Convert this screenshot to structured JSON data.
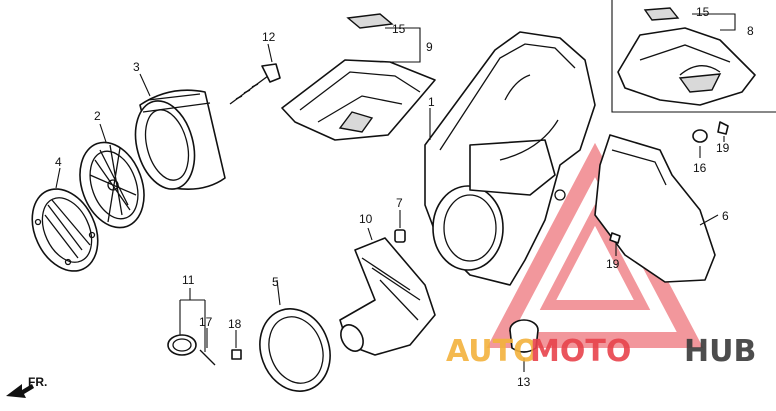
{
  "callouts": {
    "c1": "1",
    "c2": "2",
    "c3": "3",
    "c4": "4",
    "c5": "5",
    "c6": "6",
    "c7": "7",
    "c8": "8",
    "c9": "9",
    "c10": "10",
    "c11": "11",
    "c12": "12",
    "c13": "13",
    "c15a": "15",
    "c15b": "15",
    "c16": "16",
    "c17": "17",
    "c18": "18",
    "c19a": "19",
    "c19b": "19"
  },
  "direction_label": "FR.",
  "watermark": {
    "text_auto": "AUTO",
    "text_moto": "MOTO",
    "text_hub": "HUB",
    "color_primary": "#e8434c",
    "color_accent": "#f3b23c",
    "color_dark": "#3a3a3a"
  }
}
